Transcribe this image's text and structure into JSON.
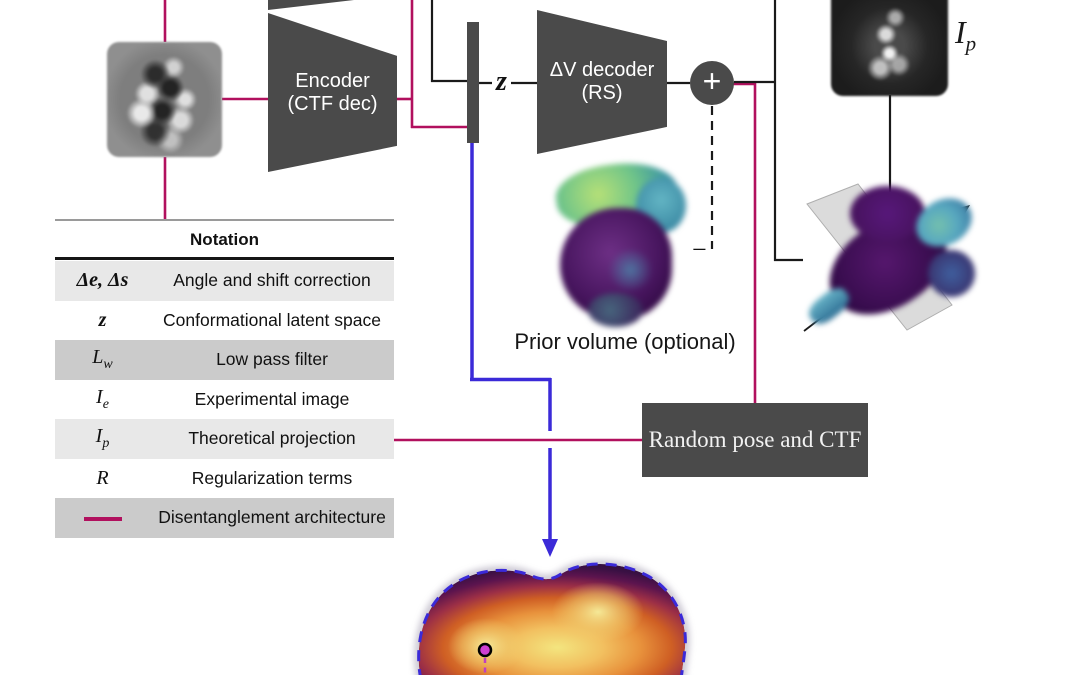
{
  "colors": {
    "disentanglement_line": "#b1105e",
    "flow_line": "#1a1a1a",
    "latent_arrow_blue": "#3b2ad8",
    "shape_dark_gray": "#4a4a4a",
    "landscape_marker_magenta": "#ce3fd2"
  },
  "diagram": {
    "encoder_line1": "Encoder",
    "encoder_line2": "(CTF dec)",
    "decoder_line1": "ΔV decoder",
    "decoder_line2": "(RS)",
    "latent_label": "z",
    "plus_label": "+",
    "minus_label": "−",
    "projection_base": "I",
    "projection_sub": "p",
    "prior_caption": "Prior volume (optional)",
    "random_pose_label": "Random pose and CTF"
  },
  "notation_table": {
    "header": "Notation",
    "rows": [
      {
        "sym": "Δe, Δs",
        "sub": "",
        "desc": "Angle and shift correction"
      },
      {
        "sym": "z",
        "sub": "",
        "desc": "Conformational latent space"
      },
      {
        "sym": "L",
        "sub": "w",
        "desc": "Low pass filter"
      },
      {
        "sym": "I",
        "sub": "e",
        "desc": "Experimental image"
      },
      {
        "sym": "I",
        "sub": "p",
        "desc": "Theoretical projection"
      },
      {
        "sym": "R",
        "sub": "",
        "desc": "Regularization terms"
      },
      {
        "sym": "",
        "sub": "",
        "desc": "Disentanglement architecture"
      }
    ]
  }
}
